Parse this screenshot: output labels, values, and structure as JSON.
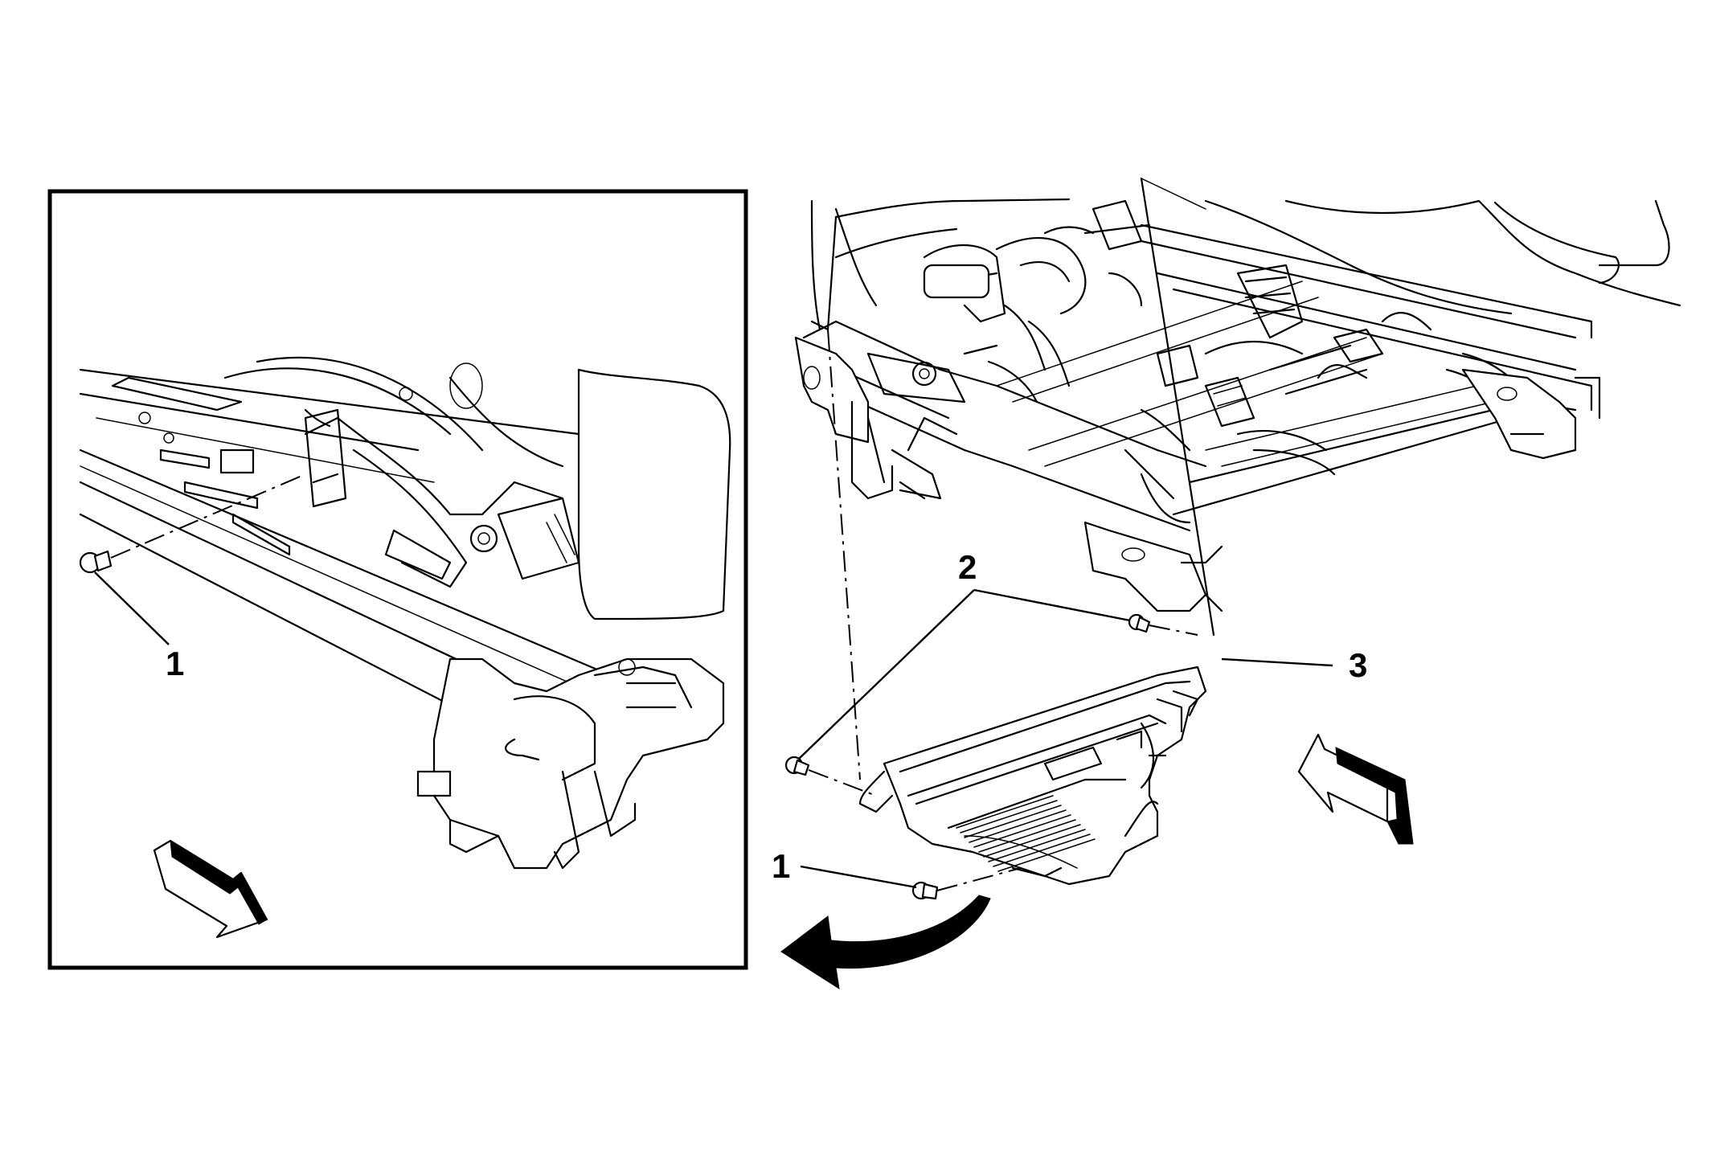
{
  "callouts": {
    "inset_1": "1",
    "main_1": "1",
    "main_2": "2",
    "main_3": "3"
  },
  "icons": {
    "inset_direction": "view-direction-arrow-icon",
    "main_direction": "view-direction-arrow-icon",
    "rotation": "curved-removal-arrow-icon"
  }
}
